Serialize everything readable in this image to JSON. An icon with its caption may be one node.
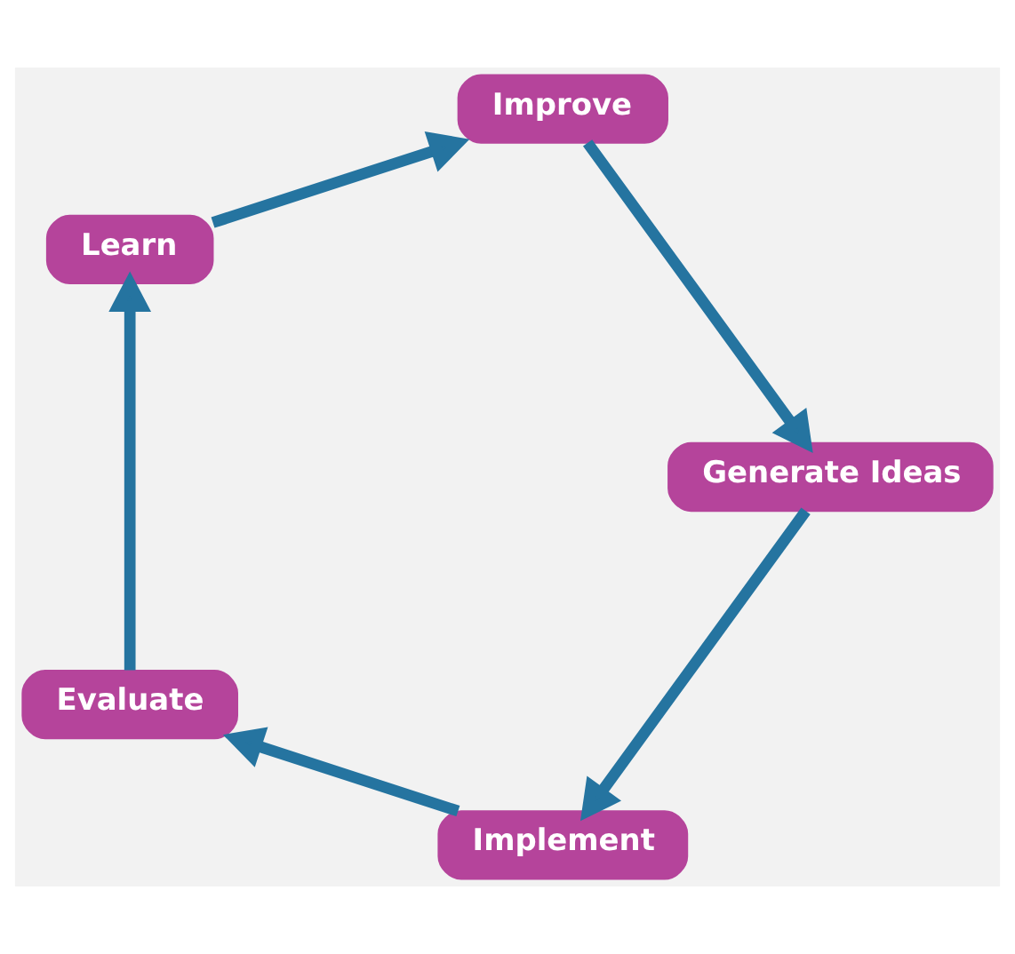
{
  "diagram": {
    "nodes": [
      {
        "text": [
          "Implement"
        ]
      },
      {
        "text": [
          "Generate Ideas"
        ]
      },
      {
        "text": [
          "Improve"
        ]
      },
      {
        "text": [
          "Learn"
        ]
      },
      {
        "text": [
          "Evaluate"
        ]
      }
    ],
    "edges": [
      {
        "from": 1,
        "to": 0,
        "arrow": "to"
      },
      {
        "from": 0,
        "to": 4,
        "arrow": "to"
      },
      {
        "from": 4,
        "to": 3,
        "arrow": "to"
      },
      {
        "from": 3,
        "to": 2,
        "arrow": "to"
      },
      {
        "from": 2,
        "to": 1,
        "arrow": "to"
      }
    ]
  }
}
